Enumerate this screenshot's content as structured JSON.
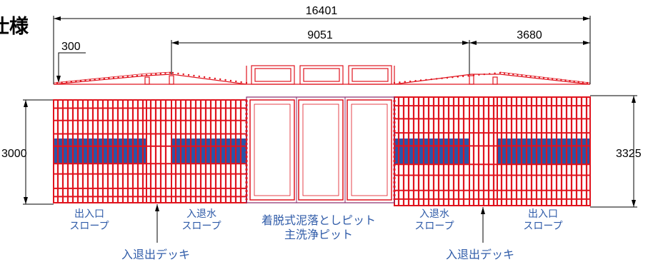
{
  "title_fragment": "仕様",
  "dimensions": {
    "overall_length": "16401",
    "center_length": "9051",
    "right_length": "3680",
    "ramp_height": "300",
    "left_width": "3000",
    "right_width": "3325"
  },
  "labels": {
    "left_slope_line1": "出入口",
    "left_slope_line2": "スロープ",
    "left_water_line1": "入退水",
    "left_water_line2": "スロープ",
    "center_line1": "着脱式泥落としピット",
    "center_line2": "主洗浄ピット",
    "right_water_line1": "入退水",
    "right_water_line2": "スロープ",
    "right_slope_line1": "出入口",
    "right_slope_line2": "スロープ",
    "left_deck": "入退出デッキ",
    "right_deck": "入退出デッキ"
  },
  "colors": {
    "grating": "#e0141e",
    "water_band": "#2a55a8",
    "label_blue": "#2f5ba8",
    "pit_frame": "#8a2a6a"
  }
}
